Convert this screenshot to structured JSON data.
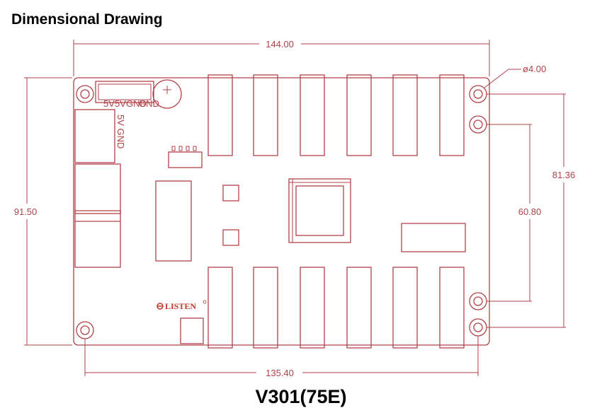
{
  "heading": "Dimensional Drawing",
  "model": "V301(75E)",
  "dimensions": {
    "top_width": "144.00",
    "bottom_hole_spacing": "135.40",
    "left_height": "91.50",
    "hole_diameter": "ø4.00",
    "outer_hole_spacing": "81.36",
    "inner_hole_spacing": "60.80"
  },
  "board": {
    "brand": "LISTEN",
    "power_label": "5V GND"
  },
  "colors": {
    "line": "#b2424a",
    "brand": "#c0392b"
  }
}
